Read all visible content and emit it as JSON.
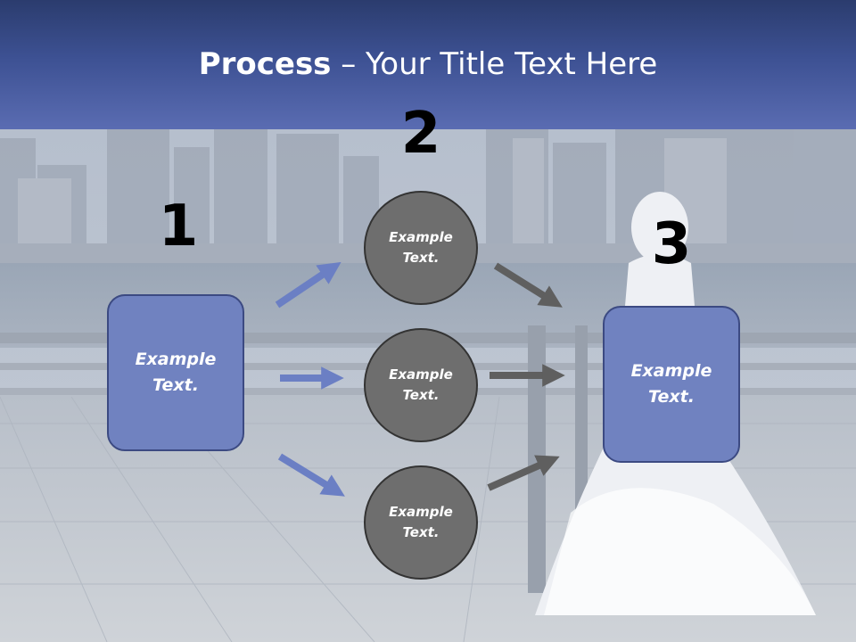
{
  "title": {
    "bold": "Process",
    "rest": " – Your Title Text Here"
  },
  "steps": {
    "one": "1",
    "two": "2",
    "three": "3"
  },
  "left_box": {
    "text": "Example Text."
  },
  "circles": [
    {
      "text": "Example Text."
    },
    {
      "text": "Example Text."
    },
    {
      "text": "Example Text."
    }
  ],
  "right_box": {
    "text": "Example Text."
  },
  "colors": {
    "title_band": "#3d5193",
    "box_fill": "#7082c0",
    "circle_fill": "#6e6e6e",
    "arrow_blue": "#6b7fc4",
    "arrow_gray": "#5f5f5f"
  }
}
